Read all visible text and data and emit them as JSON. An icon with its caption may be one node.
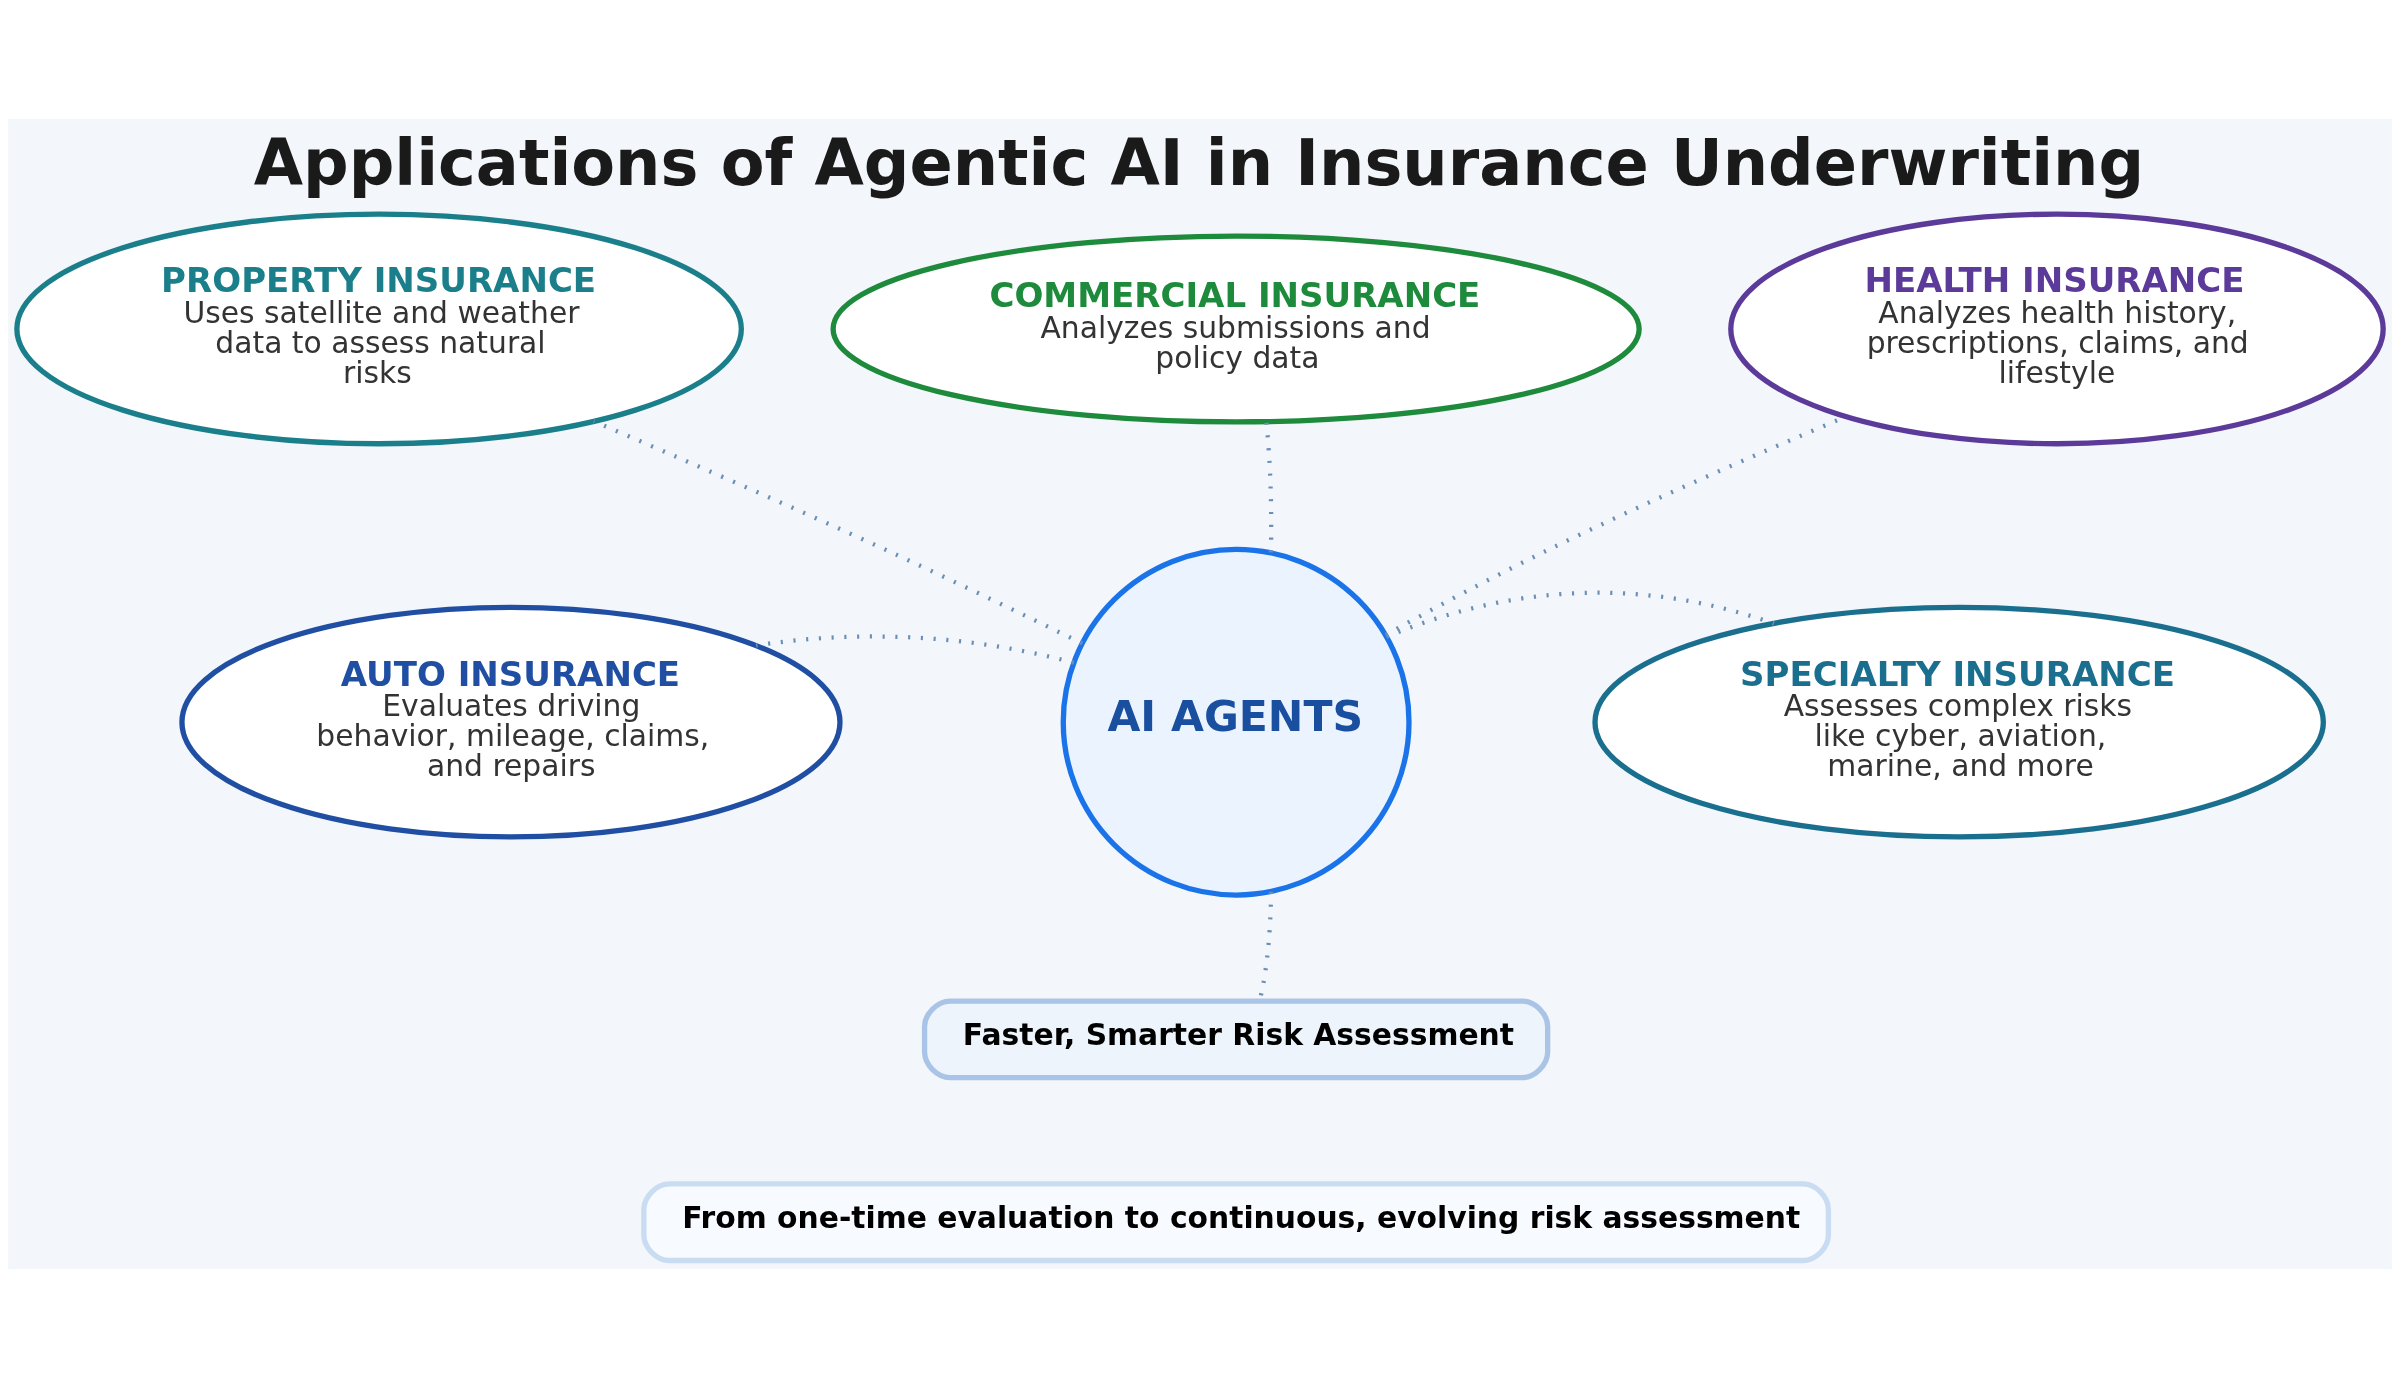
{
  "diagram": {
    "title": "Applications of Agentic AI in Insurance Underwriting",
    "nodes": [
      {
        "text": [
          "AI AGENTS"
        ]
      },
      {
        "text": [
          "COMMERCIAL INSURANCE",
          "Analyzes submissions and policy data"
        ]
      },
      {
        "text": [
          "PROPERTY INSURANCE",
          "Uses satellite and weather data to assess natural risks"
        ]
      },
      {
        "text": [
          "HEALTH INSURANCE",
          "Analyzes health history, prescriptions, claims, and lifestyle"
        ]
      },
      {
        "text": [
          "AUTO INSURANCE",
          "Evaluates driving behavior, mileage, claims, and repairs"
        ]
      },
      {
        "text": [
          "SPECIALTY INSURANCE",
          "Assesses complex risks like cyber, aviation, marine, and more"
        ]
      },
      {
        "text": [
          "Faster, Smarter Risk Assessment"
        ]
      },
      {
        "text": [
          "From one-time evaluation to continuous, evolving risk assessment"
        ]
      }
    ],
    "edges": [
      {
        "from": 0,
        "to": 1,
        "arrow": "none",
        "style": "dashed"
      },
      {
        "from": 0,
        "to": 2,
        "arrow": "none",
        "style": "dashed"
      },
      {
        "from": 0,
        "to": 3,
        "arrow": "none",
        "style": "dashed"
      },
      {
        "from": 0,
        "to": 4,
        "arrow": "none",
        "style": "dashed"
      },
      {
        "from": 0,
        "to": 5,
        "arrow": "none",
        "style": "dashed"
      },
      {
        "from": 0,
        "to": 6,
        "arrow": "none",
        "style": "dashed"
      }
    ]
  }
}
